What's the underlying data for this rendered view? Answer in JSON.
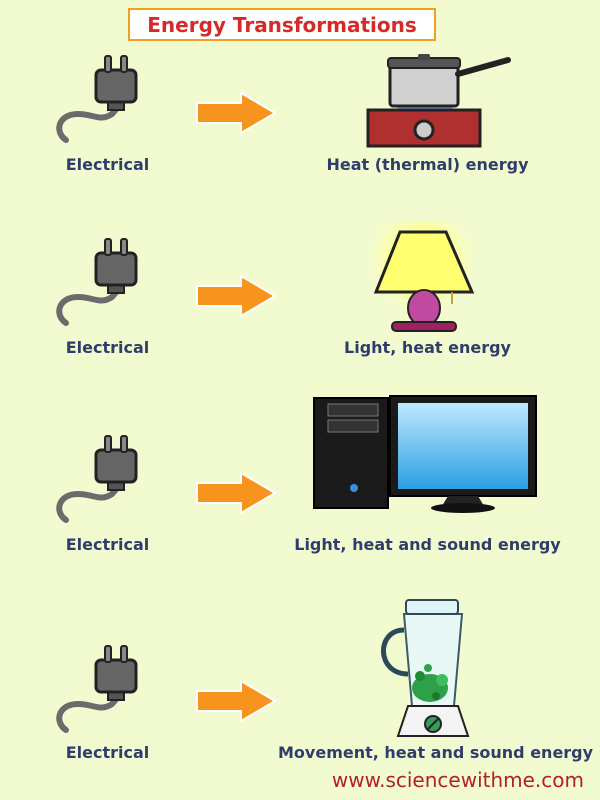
{
  "title": "Energy Transformations",
  "rows": [
    {
      "input": "Electrical",
      "output": "Heat (thermal) energy",
      "device_icon": "stove-pot-icon"
    },
    {
      "input": "Electrical",
      "output": "Light, heat energy",
      "device_icon": "lamp-icon"
    },
    {
      "input": "Electrical",
      "output": "Light, heat and sound energy",
      "device_icon": "computer-icon"
    },
    {
      "input": "Electrical",
      "output": "Movement, heat and sound energy",
      "device_icon": "blender-icon"
    }
  ],
  "website": "www.sciencewithme.com",
  "colors": {
    "background": "#f2fbd0",
    "title_text": "#d42a2a",
    "title_border": "#f0a020",
    "arrow": "#f7941d",
    "label_text": "#2f3d6b",
    "website_text": "#b22222"
  }
}
